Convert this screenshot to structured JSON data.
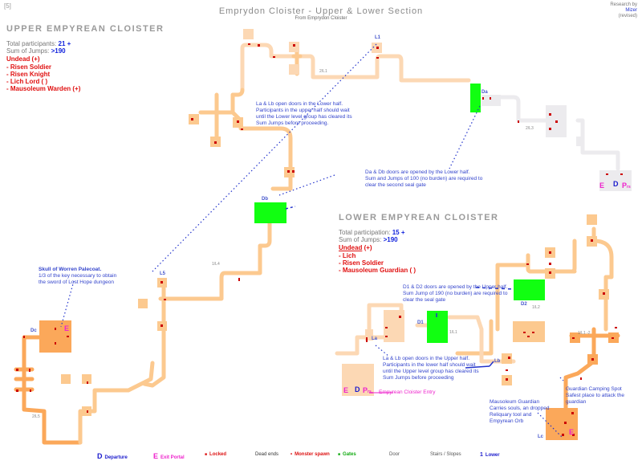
{
  "header": {
    "title": "Emprydon Cloister - Upper & Lower Section",
    "subtitle": "From Emprydon Cloister",
    "corner_mark": "[5]",
    "credit_line1": "Research by",
    "credit_author": "Mizer",
    "credit_line2": "(revised)"
  },
  "upper": {
    "title": "UPPER EMPYREAN CLOISTER",
    "participants_label": "Total participants:",
    "participants_value": "21 +",
    "jumps_label": "Sum of Jumps:",
    "jumps_value": ">190",
    "family": "Undead (+)",
    "monsters": [
      "- Risen Soldier",
      "- Risen Knight",
      "- Lich Lord ( )",
      "- Mausoleum Warden (+)"
    ],
    "labels": {
      "l1": "L1",
      "l5": "L5",
      "da": "Da",
      "db": "Db",
      "dc": "Dc",
      "g1": "2/L1",
      "g2": "2/L3",
      "g3": "1/L4",
      "g4": "2/L5"
    }
  },
  "lower": {
    "title": "LOWER EMPYREAN CLOISTER",
    "participants_label": "Total participation:",
    "participants_value": "15 +",
    "jumps_label": "Sum of Jumps:",
    "jumps_value": ">190",
    "family": "Undead",
    "family_suffix": " (+)",
    "monsters": [
      "- Lich",
      "- Risen Soldier",
      "- Mausoleum Guardian ( )"
    ],
    "labels": {
      "d1": "D1",
      "d2": "D2",
      "la": "La",
      "lb": "Lb",
      "lc": "Lc",
      "g1": "1/L1",
      "g2": "1/L2",
      "g3": "1/L1 -2"
    }
  },
  "notes": {
    "upper_la_lb_1": "La & Lb open doors in the Lower half.",
    "upper_la_lb_2": "Participants in the upper half should wait",
    "upper_la_lb_3": "until the Lower level group has cleared its",
    "upper_la_lb_4": "Sum Jumps before proceeding.",
    "da_db_1": "Da & Db doors are opened by the Lower half.",
    "da_db_2": "Sum and Jumps of 100 (no burden) are required to",
    "da_db_3": "clear the second seal gate",
    "skull_1": "Skull of Worren Palecoat.",
    "skull_2": "1/3 of the key necessary to obtain",
    "skull_3": "the sword of Lost Hope dungeon",
    "d1_d2_1": "D1 & D2 doors are opened by the Upper half.",
    "d1_d2_2": "Sum Jump of 190 (no burden) are required to",
    "d1_d2_3": "clear the seal gate",
    "lower_la_lb_1": "La & Lb open doors in the Upper half.",
    "lower_la_lb_2": "Participants in the lower half should wait",
    "lower_la_lb_3": "until the Upper level group has cleared its",
    "lower_la_lb_4": "Sum Jumps before proceeding",
    "entry": "Empyrean Cloister Entry",
    "guardian_1": "Mausoleum Guardian",
    "guardian_2": "Carries souls, an dropped",
    "guardian_3": "Reliquary tool and",
    "guardian_4": "Empyrean Orb",
    "camping_1": "Guardian Camping Spot",
    "camping_2": "Safest place to attack the",
    "camping_3": "guardian"
  },
  "room_marks": {
    "E": "E",
    "D": "D",
    "P": "P",
    "P_sub": "rs"
  },
  "legend": [
    {
      "key": "D",
      "label": "Departure",
      "color": "#1a1acc"
    },
    {
      "key": "E",
      "label": "Exit Portal",
      "color": "#ee22cc"
    },
    {
      "key": "■",
      "label": "Locked",
      "color": "#dd1111"
    },
    {
      "key": "",
      "label": "Dead ends",
      "color": "#333333"
    },
    {
      "key": "•",
      "label": "Monster spawn",
      "color": "#dd1111"
    },
    {
      "key": "■",
      "label": "Gates",
      "color": "#11aa11"
    },
    {
      "key": "",
      "label": "Door",
      "color": "#555555"
    },
    {
      "key": "",
      "label": "Stairs / Slopes",
      "color": "#555555"
    },
    {
      "key": "1",
      "label": "Lower",
      "color": "#1a1acc"
    }
  ],
  "colors": {
    "path_light": "#fcc98f",
    "path_dark": "#fba85a",
    "path_grey": "#ecebee",
    "gate": "#11ff11",
    "spawn": "#cc0000",
    "note_blue": "#2233cc"
  }
}
